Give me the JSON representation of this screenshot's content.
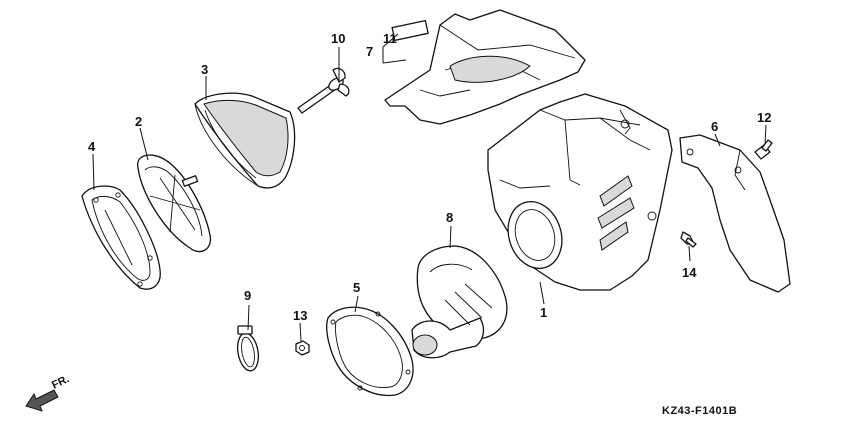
{
  "diagram": {
    "callouts": {
      "p1": "1",
      "p2": "2",
      "p3": "3",
      "p4": "4",
      "p5": "5",
      "p6": "6",
      "p7": "7",
      "p8": "8",
      "p9": "9",
      "p10": "10",
      "p11": "11",
      "p12": "12",
      "p13": "13",
      "p14": "14"
    },
    "direction_label": "FR.",
    "figure_code": "KZ43-F1401B",
    "icons": [
      "front-direction-arrow-icon"
    ]
  }
}
